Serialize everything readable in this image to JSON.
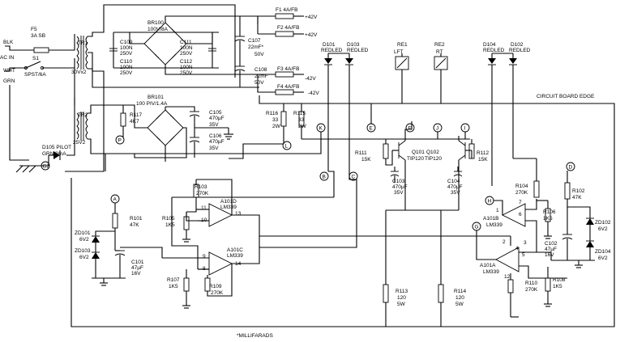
{
  "input": {
    "fuse": [
      "F5",
      "3A SB"
    ],
    "blk": "BLK",
    "ac_in": [
      "AC IN"
    ],
    "wht": "WHT",
    "grn": "GRN",
    "switch": [
      "S1",
      "SPST/6A"
    ],
    "pilot": [
      "D105 PILOT",
      "GRN/2mA"
    ],
    "ground_tag": "G2"
  },
  "transformers": [
    {
      "name": "TR1",
      "sec": "30Vx2"
    },
    {
      "name": "TR2",
      "sec": "25V2"
    }
  ],
  "bridges": [
    {
      "name": "BR100",
      "rating": "100V/8A"
    },
    {
      "name": "BR101",
      "rating": "100 PIV/1.4A"
    }
  ],
  "caps": [
    {
      "lines": [
        "C109",
        "100N",
        "250V"
      ]
    },
    {
      "lines": [
        "C110",
        "100N",
        "250V"
      ]
    },
    {
      "lines": [
        "C111",
        "100N",
        "250V"
      ]
    },
    {
      "lines": [
        "C112",
        "100N",
        "250V"
      ]
    },
    {
      "lines": [
        "C107",
        "22mF*",
        "50V"
      ]
    },
    {
      "lines": [
        "C108",
        "22mF",
        "50V"
      ]
    },
    {
      "lines": [
        "C105",
        "470µF",
        "35V"
      ]
    },
    {
      "lines": [
        "C106",
        "470µF",
        "35V"
      ]
    },
    {
      "lines": [
        "C103",
        "470µF",
        "35V"
      ]
    },
    {
      "lines": [
        "C104",
        "470µF",
        "35V"
      ]
    },
    {
      "lines": [
        "C101",
        "47µF",
        "16V"
      ]
    },
    {
      "lines": [
        "C102",
        "47µF",
        "16V"
      ]
    }
  ],
  "fuses": [
    {
      "name": "F1  4A/FB",
      "rail": "+42V"
    },
    {
      "name": "F2  4A/FB",
      "rail": "+42V"
    },
    {
      "name": "F3 4A/FB",
      "rail": "-42V"
    },
    {
      "name": "F4 4A/FB",
      "rail": "-42V"
    }
  ],
  "resistors": [
    {
      "lines": [
        "R117",
        "4K7"
      ]
    },
    {
      "lines": [
        "R116",
        "33",
        "2W"
      ]
    },
    {
      "lines": [
        "R115",
        "33",
        "2W"
      ]
    },
    {
      "lines": [
        "R111",
        "15K"
      ]
    },
    {
      "lines": [
        "R112",
        "15K"
      ]
    },
    {
      "lines": [
        "R103",
        "270K"
      ]
    },
    {
      "lines": [
        "R105",
        "1K5"
      ]
    },
    {
      "lines": [
        "R101",
        "47K"
      ]
    },
    {
      "lines": [
        "R107",
        "1K5"
      ]
    },
    {
      "lines": [
        "R109",
        "270K"
      ]
    },
    {
      "lines": [
        "R113",
        "120",
        "5W"
      ]
    },
    {
      "lines": [
        "R114",
        "120",
        "5W"
      ]
    },
    {
      "lines": [
        "R104",
        "270K"
      ]
    },
    {
      "lines": [
        "R106",
        "1K5"
      ]
    },
    {
      "lines": [
        "R102",
        "47K"
      ]
    },
    {
      "lines": [
        "R110",
        "270K"
      ]
    },
    {
      "lines": [
        "R108",
        "1K5"
      ]
    }
  ],
  "leds": [
    {
      "name": "D101",
      "type": "REDLED"
    },
    {
      "name": "D103",
      "type": "REDLED"
    },
    {
      "name": "D104",
      "type": "REDLED"
    },
    {
      "name": "D102",
      "type": "REDLED"
    }
  ],
  "relays": [
    {
      "name": "RE1",
      "side": "LFT"
    },
    {
      "name": "RE2",
      "side": "RT"
    }
  ],
  "transistors": [
    {
      "name": "Q101",
      "part": "TIP120"
    },
    {
      "name": "Q102",
      "part": "TIP120"
    }
  ],
  "opamps": [
    {
      "name": "A101D",
      "part": "LM339",
      "pins": [
        "11",
        "10",
        "13"
      ]
    },
    {
      "name": "A101C",
      "part": "LM339",
      "pins": [
        "9",
        "8",
        "14"
      ]
    },
    {
      "name": "A101B",
      "part": "LM339",
      "pins": [
        "7",
        "6",
        "1"
      ]
    },
    {
      "name": "A101A",
      "part": "LM339",
      "pins": [
        "4",
        "5",
        "2",
        "3",
        "12"
      ]
    }
  ],
  "zeners": [
    {
      "lines": [
        "ZD101",
        "6V2"
      ]
    },
    {
      "lines": [
        "ZD103",
        "6V2"
      ]
    },
    {
      "lines": [
        "ZD102",
        "6V2"
      ]
    },
    {
      "lines": [
        "ZD104",
        "6V2"
      ]
    }
  ],
  "tags": [
    "A",
    "B",
    "C",
    "D",
    "E",
    "F",
    "G",
    "H",
    "J",
    "K",
    "L",
    "P",
    "I"
  ],
  "board_edge": "CIRCUIT BOARD EDGE",
  "footnote": "*MILLIFARADS"
}
